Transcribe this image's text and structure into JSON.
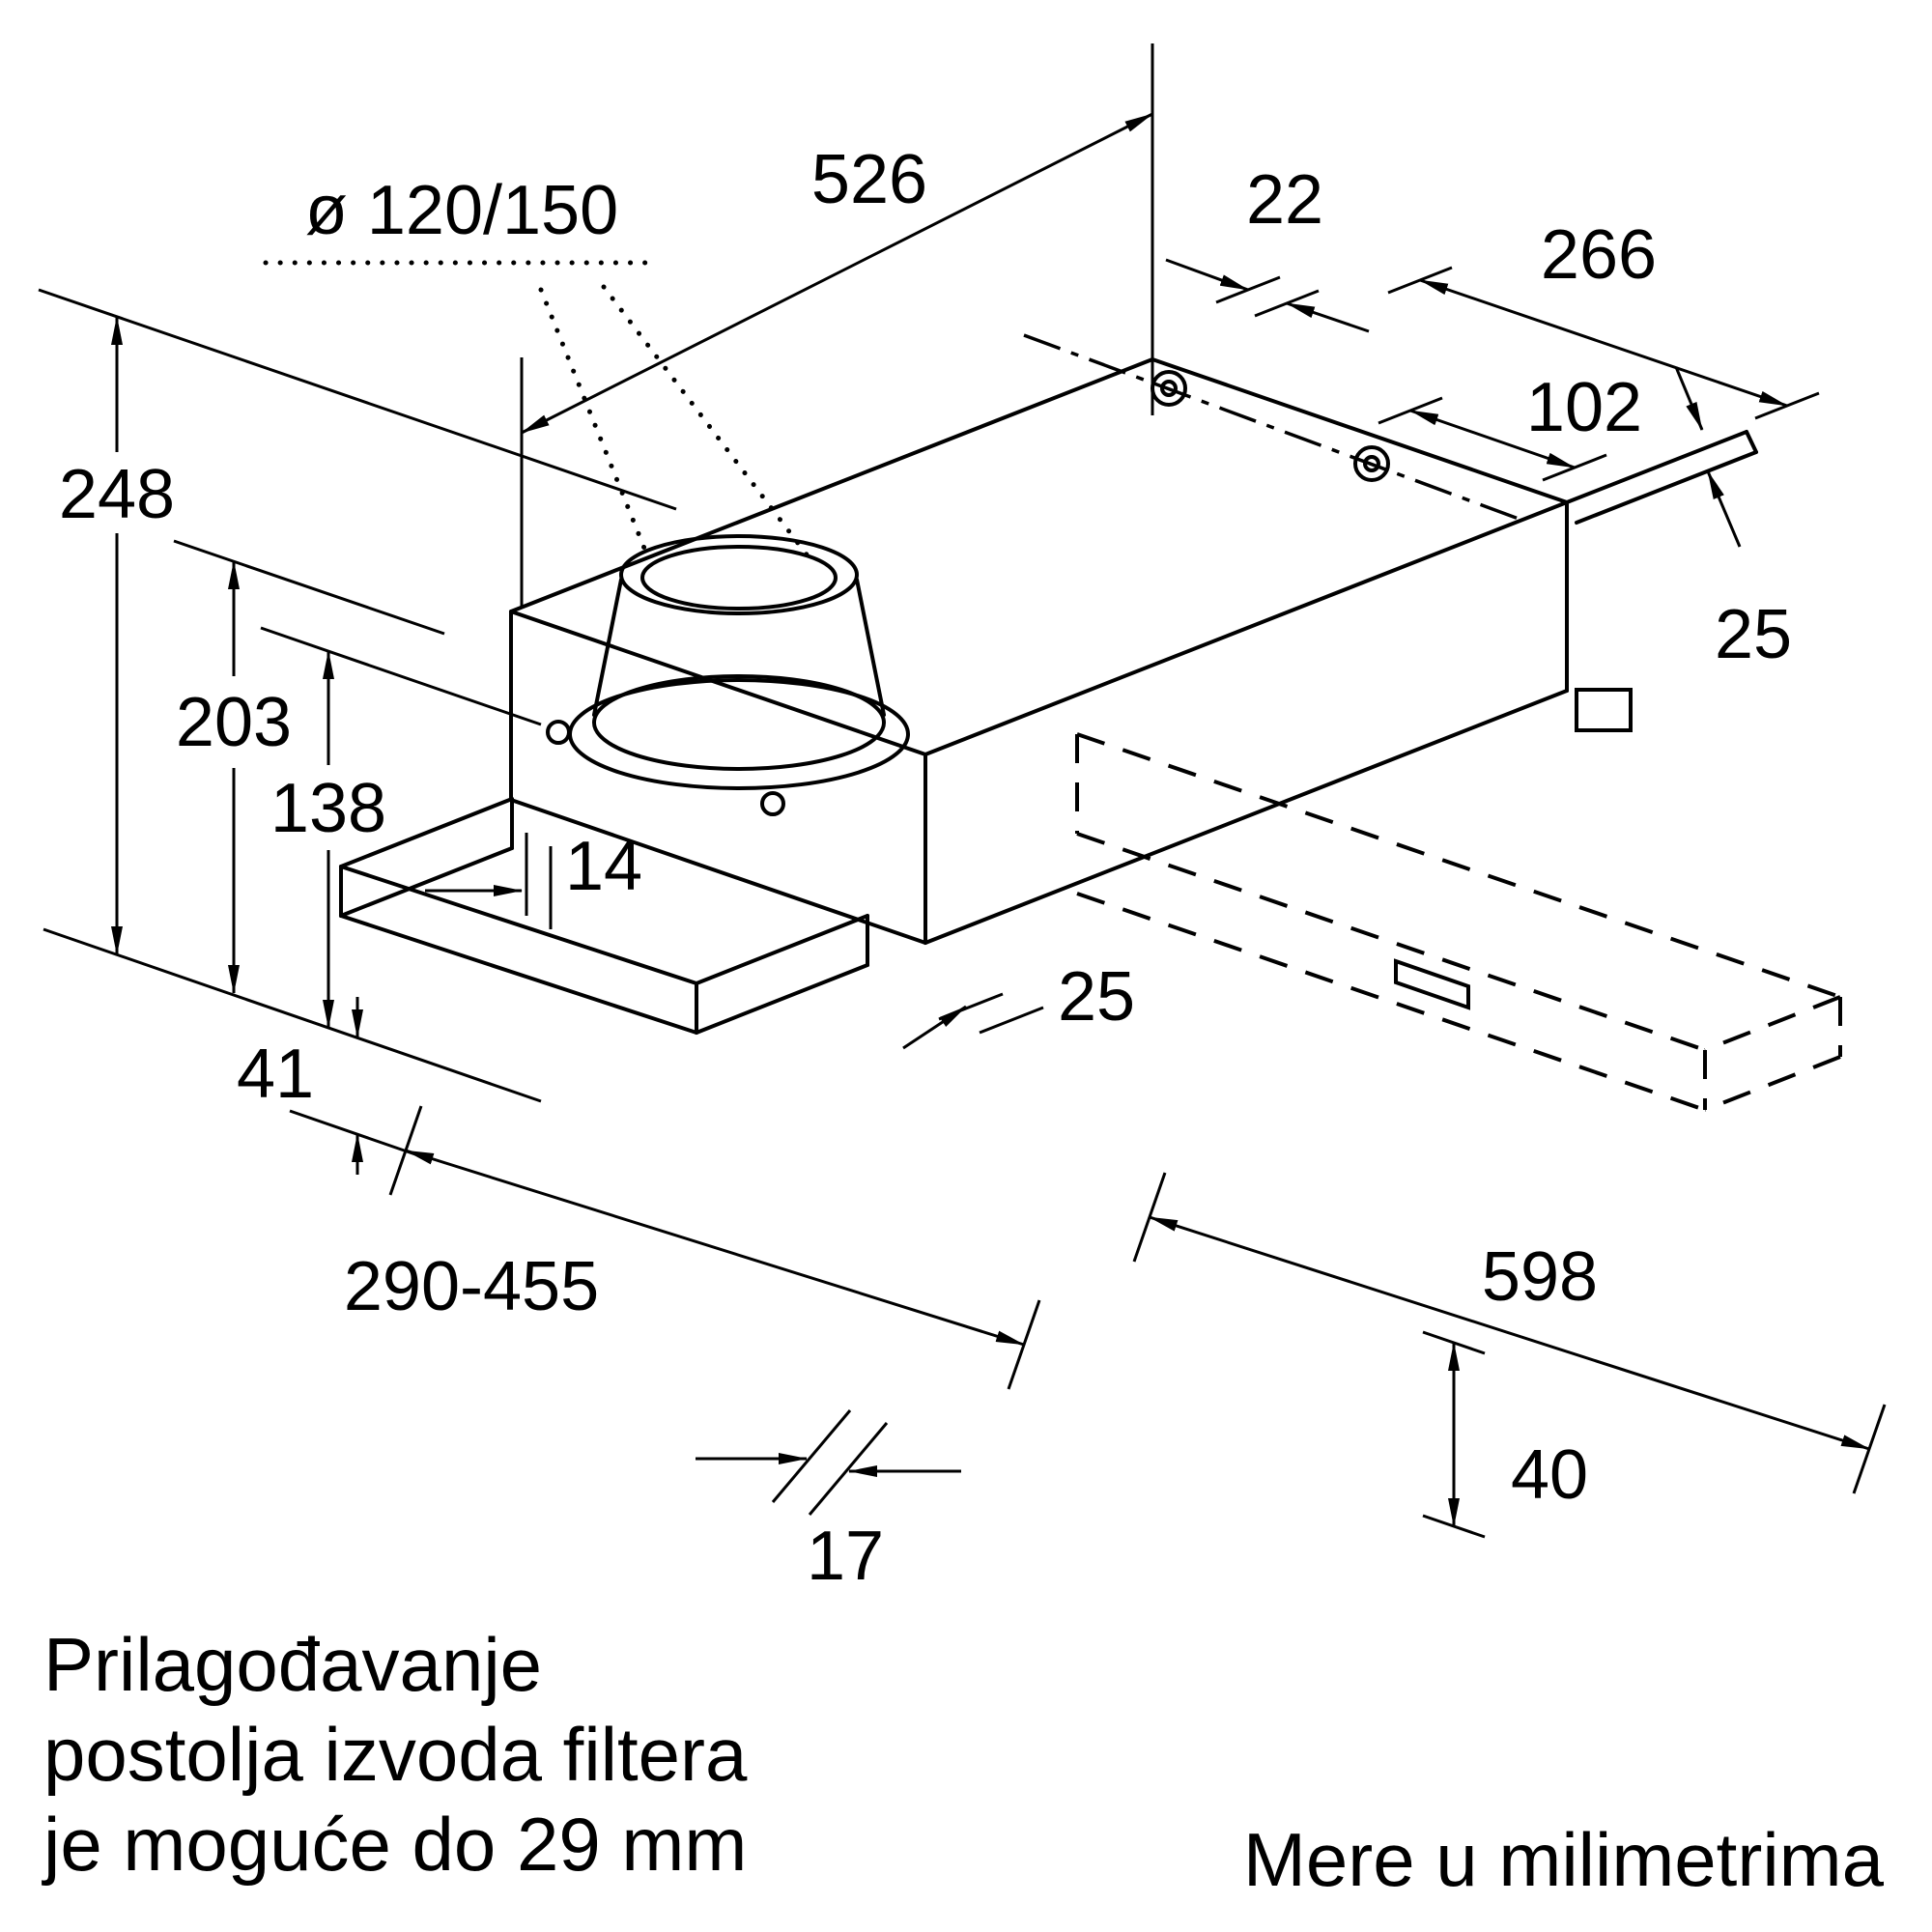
{
  "diagram": {
    "type": "technical-drawing",
    "subject": "telescopic cooker hood installation dimensions",
    "units_note": "Mere u milimetrima",
    "adjust_note": {
      "line1": "Prilagođavanje",
      "line2": "postolja izvoda filtera",
      "line3": "je moguće do 29 mm"
    },
    "dimensions": {
      "duct_diameter": "ø 120/150",
      "depth_with_duct": "526",
      "back_offset": "22",
      "back_width": "266",
      "bracket_spacing": "102",
      "total_height": "248",
      "body_height": "203",
      "front_height": "138",
      "front_gap": "14",
      "flange_width": "25",
      "filter_offset": "25",
      "visor_height": "41",
      "telescopic_range": "290-455",
      "total_width": "598",
      "side_gap": "17",
      "drawer_thickness": "40"
    },
    "colors": {
      "line": "#000000",
      "background": "#ffffff"
    }
  }
}
